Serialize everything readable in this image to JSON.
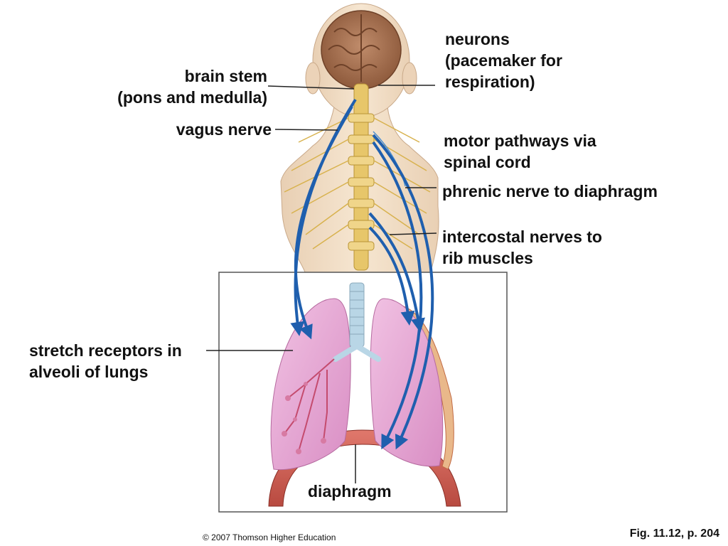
{
  "labels": {
    "neurons": [
      "neurons",
      "(pacemaker for",
      "respiration)"
    ],
    "brain_stem": [
      "brain stem",
      "(pons and medulla)"
    ],
    "vagus": "vagus nerve",
    "motor": [
      "motor pathways via",
      "spinal cord"
    ],
    "phrenic": "phrenic nerve to diaphragm",
    "intercostal": [
      "intercostal nerves to",
      "rib muscles"
    ],
    "stretch": [
      "stretch receptors in",
      "alveoli of lungs"
    ],
    "diaphragm": "diaphragm"
  },
  "copyright": "© 2007 Thomson Higher Education",
  "figure_ref": "Fig. 11.12, p. 204",
  "colors": {
    "skin": "#f1dcc3",
    "brain": "#a9714f",
    "spinal_cord": "#e7c66a",
    "nerve_arrow": "#1f5fae",
    "lung": "#e4a6d2",
    "diaphragm": "#c9594b",
    "trachea": "#b9d6e6",
    "text": "#111111"
  }
}
